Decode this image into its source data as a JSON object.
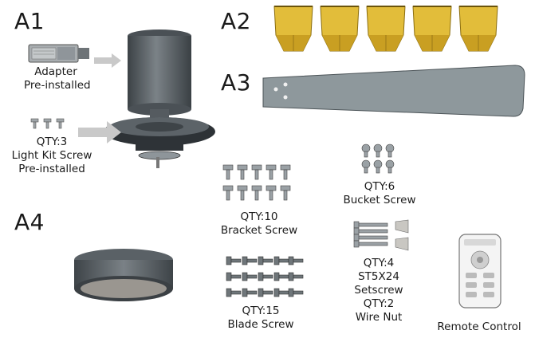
{
  "sections": {
    "a1": "A1",
    "a2": "A2",
    "a3": "A3",
    "a4": "A4"
  },
  "labels": {
    "adapter": [
      "Adapter",
      "Pre-installed"
    ],
    "light_kit_screw": [
      "QTY:3",
      "Light Kit Screw",
      "Pre-installed"
    ],
    "bracket_screw": [
      "QTY:10",
      "Bracket Screw"
    ],
    "bucket_screw": [
      "QTY:6",
      "Bucket Screw"
    ],
    "setscrew": [
      "QTY:4",
      "ST5X24",
      "Setscrew",
      "QTY:2",
      "Wire Nut"
    ],
    "blade_screw": [
      "QTY:15",
      "Blade Screw"
    ],
    "remote": "Remote Control"
  },
  "colors": {
    "motor": "#5f666b",
    "bucket": "#e2bd3a",
    "blade": "#8e989c",
    "screw": "#9aa1a5",
    "arrow": "#c9c9c9"
  },
  "icons": [
    "adapter-icon",
    "motor-housing-icon",
    "blade-bucket-icon",
    "fan-blade-icon",
    "light-kit-icon",
    "screw-icon",
    "remote-control-icon",
    "arrow-icon"
  ]
}
